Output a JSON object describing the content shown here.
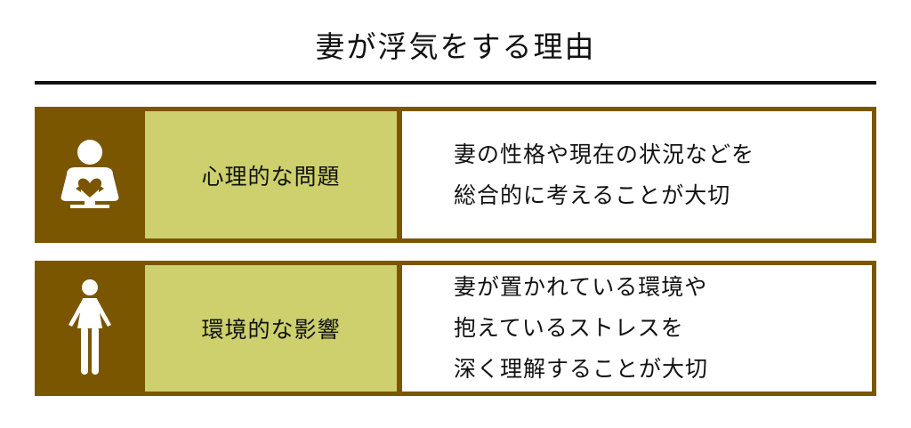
{
  "title": "妻が浮気をする理由",
  "colors": {
    "frame": "#7a5600",
    "label_bg": "#cdd06c",
    "desc_bg": "#ffffff",
    "rule": "#111111"
  },
  "rows": [
    {
      "icon": "person-holding-heart-icon",
      "label": "心理的な問題",
      "lines": [
        "妻の性格や現在の状況などを",
        "総合的に考えることが大切"
      ]
    },
    {
      "icon": "woman-icon",
      "label": "環境的な影響",
      "lines": [
        "妻が置かれている環境や",
        "抱えているストレスを",
        "深く理解することが大切"
      ]
    }
  ]
}
